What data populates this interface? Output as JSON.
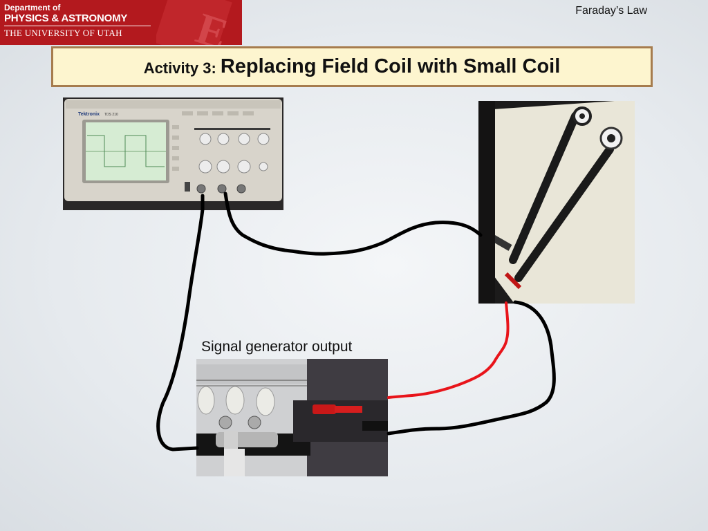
{
  "logo": {
    "line1": "Department of",
    "line2": "PHYSICS & ASTRONOMY",
    "line3": "THE UNIVERSITY OF UTAH",
    "watermark": "E",
    "background_color": "#b3191e"
  },
  "header": {
    "topic": "Faraday’s Law"
  },
  "title": {
    "prefix": "Activity 3:",
    "main": "Replacing Field Coil with Small Coil",
    "box_color": "#fdf5cf",
    "border_color": "#a67c4e"
  },
  "photos": {
    "oscilloscope": {
      "brand": "Tektronix",
      "model": "TDS 210"
    },
    "signal_generator": {
      "caption": "Signal generator output"
    }
  },
  "wire_colors": {
    "black": "#000000",
    "red": "#e8141a"
  }
}
